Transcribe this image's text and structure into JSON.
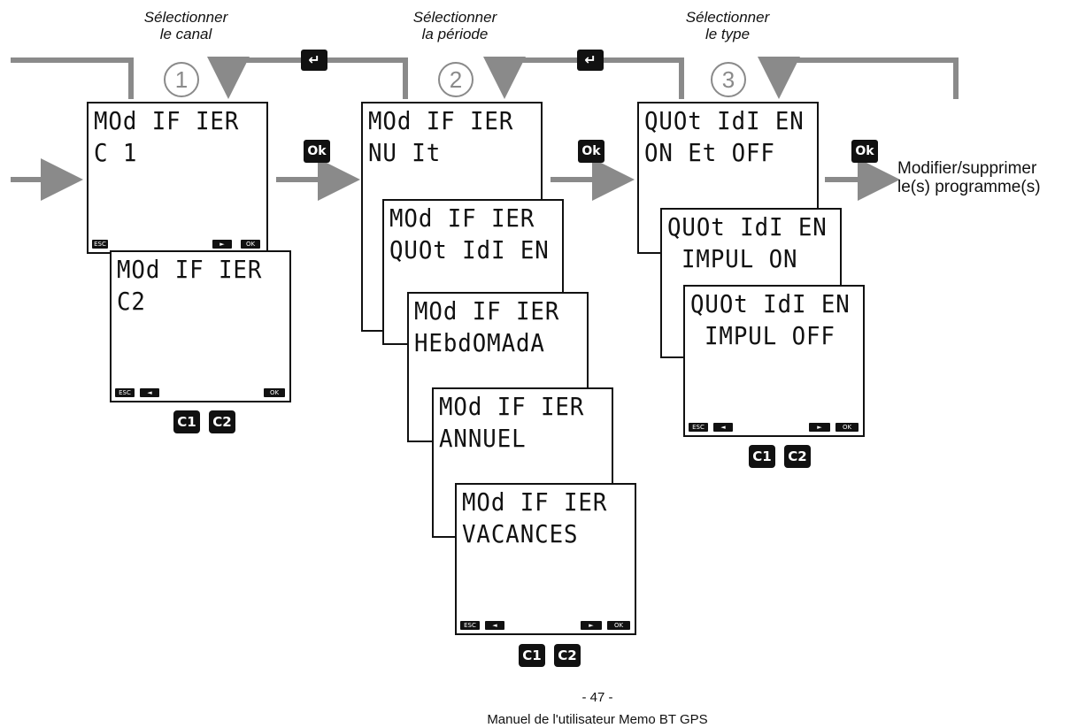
{
  "steps": [
    {
      "line1": "Sélectionner",
      "line2": "le canal",
      "number": "1"
    },
    {
      "line1": "Sélectionner",
      "line2": "la période",
      "number": "2"
    },
    {
      "line1": "Sélectionner",
      "line2": "le type",
      "number": "3"
    }
  ],
  "screens": {
    "canal": [
      {
        "line1": "MOd IF IER",
        "line2": "C 1"
      },
      {
        "line1": "MOd IF IER",
        "line2": "C2"
      }
    ],
    "periode": [
      {
        "line1": "MOd IF IER",
        "line2": "NU It"
      },
      {
        "line1": "MOd IF IER",
        "line2": "QUOt IdI EN"
      },
      {
        "line1": "MOd IF IER",
        "line2": "HEbdOMAdA"
      },
      {
        "line1": "MOd IF IER",
        "line2": "ANNUEL"
      },
      {
        "line1": "MOd IF IER",
        "line2": "VACANCES"
      }
    ],
    "type": [
      {
        "line1": "QUOt IdI EN",
        "line2": "ON Et OFF"
      },
      {
        "line1": "QUOt IdI EN",
        "line2": "IMPUL ON"
      },
      {
        "line1": "QUOt IdI EN",
        "line2": "IMPUL OFF"
      }
    ]
  },
  "keys": {
    "esc": "ESC",
    "ok": "OK",
    "left": "◄",
    "right": "►"
  },
  "ok_label": "Ok",
  "enter_icon": "↵",
  "channels": [
    "C1",
    "C2"
  ],
  "result": {
    "line1": "Modifier/supprimer",
    "line2": "le(s) programme(s)"
  },
  "footer": {
    "page": "- 47 -",
    "manual": "Manuel de l'utilisateur Memo BT GPS"
  },
  "colors": {
    "arrow": "#8a8a8a",
    "badge": "#111111",
    "lcd_border": "#111111"
  }
}
